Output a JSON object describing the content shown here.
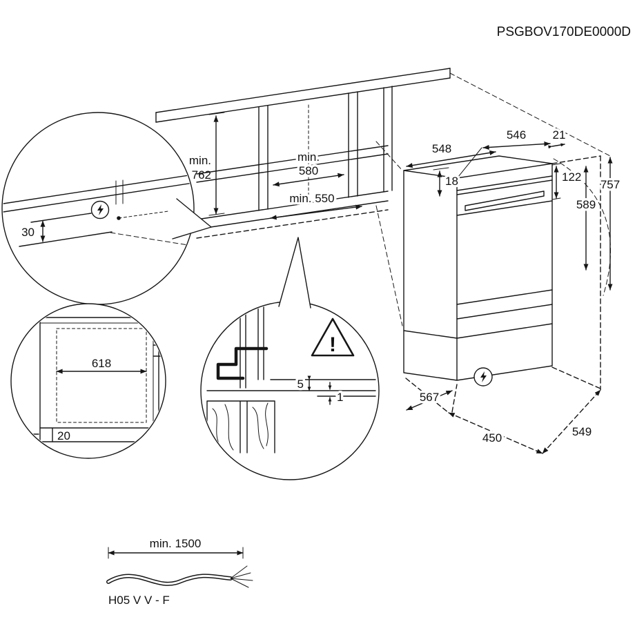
{
  "doc_code": "PSGBOV170DE0000D",
  "dimensions": {
    "niche_height_line1": "min.",
    "niche_height_line2": "762",
    "niche_width_line1": "min.",
    "niche_width_line2": "580",
    "niche_depth": "min. 550",
    "oven_depth": "548",
    "oven_width": "546",
    "front_overhang": "21",
    "top_clearance": "18",
    "control_panel_height": "122",
    "total_height": "757",
    "door_height": "589",
    "base_depth": "567",
    "base_width": "450",
    "base_side_depth": "549",
    "connection_offset": "30",
    "cabinet_inner_width": "618",
    "plinth_inset": "20",
    "gap_upper": "5",
    "gap_lower": "1",
    "cable_length": "min. 1500",
    "cable_type": "H05 V V - F",
    "warning_mark": "!"
  },
  "icons": {
    "electrical_connection": "lightning-bolt",
    "warning": "exclamation-triangle"
  }
}
